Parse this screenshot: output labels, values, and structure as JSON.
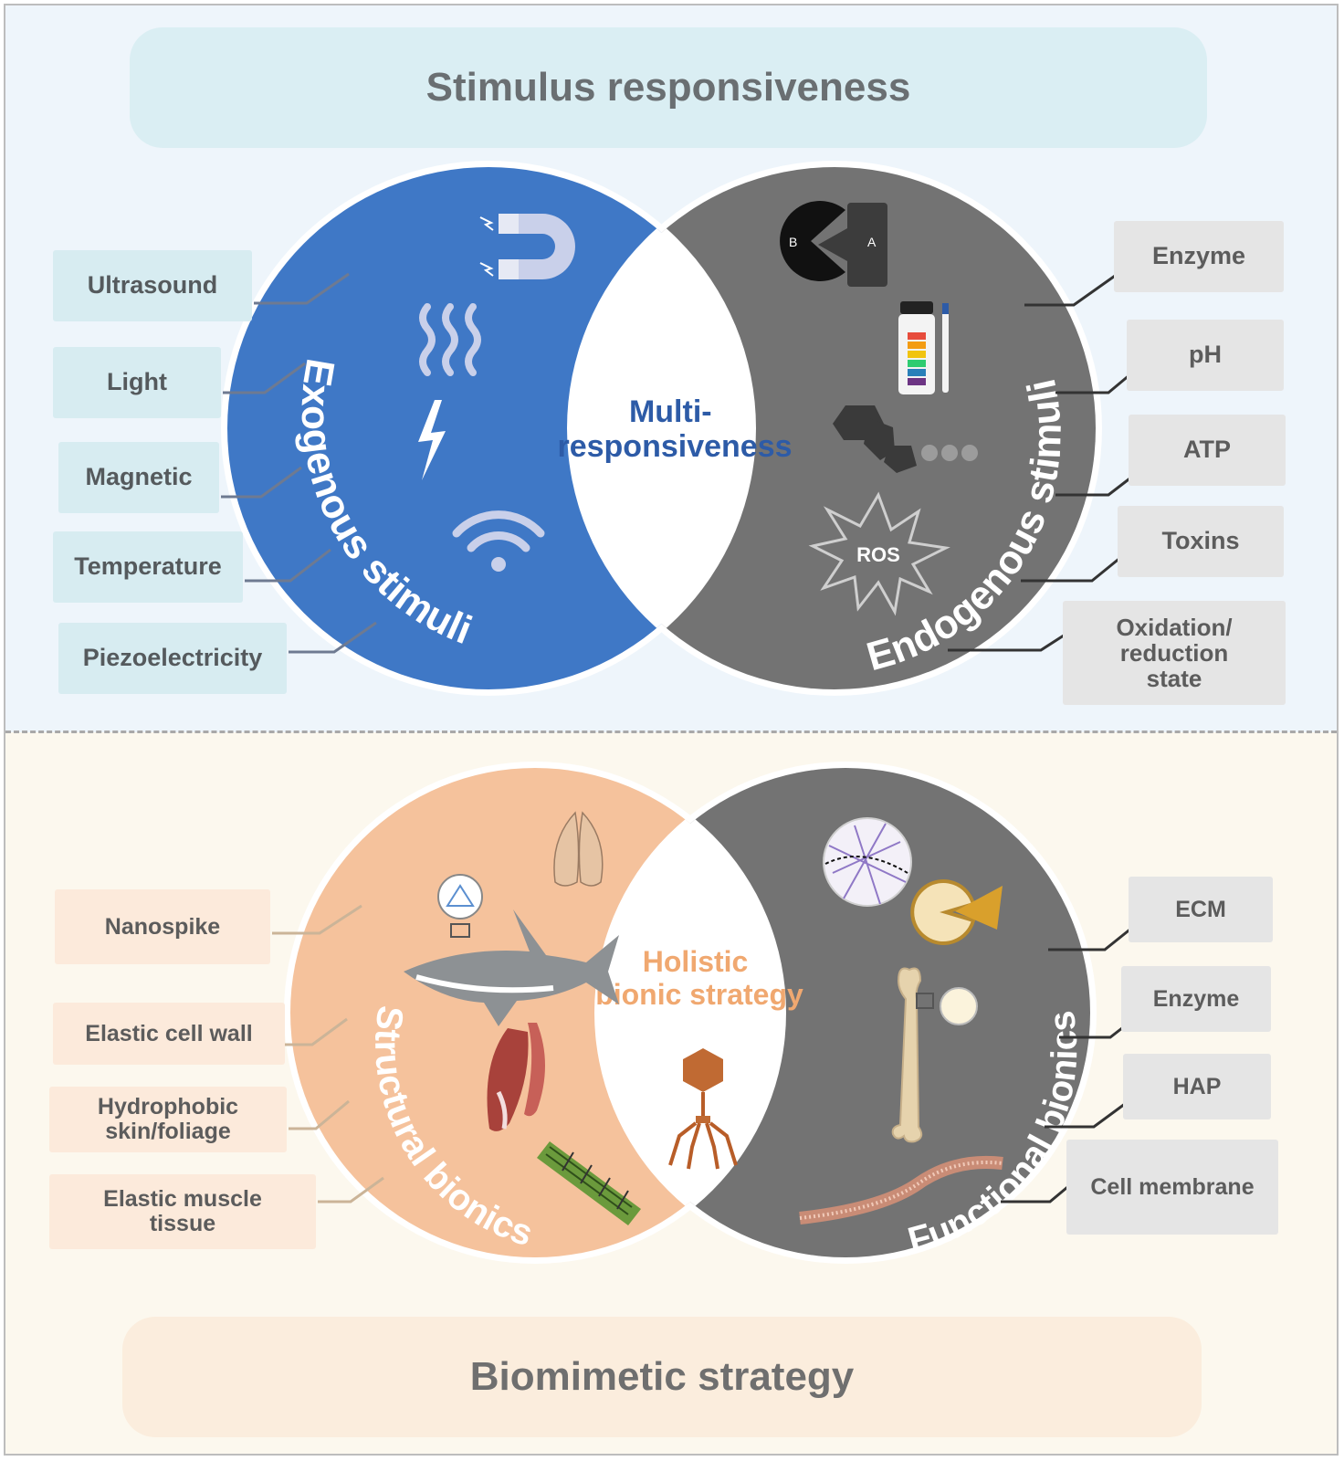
{
  "top": {
    "title": "Stimulus responsiveness",
    "center_label": "Multi-\nresponsiveness",
    "left_arc_label": "Exogenous stimuli",
    "right_arc_label": "Endogenous stimuli",
    "left_items": [
      "Ultrasound",
      "Light",
      "Magnetic",
      "Temperature",
      "Piezoelectricity"
    ],
    "right_items": [
      "Enzyme",
      "pH",
      "ATP",
      "Toxins",
      "Oxidation/\nreduction\nstate"
    ],
    "enzyme_label_b": "B",
    "enzyme_label_a": "A",
    "ros_label": "ROS"
  },
  "bottom": {
    "title": "Biomimetic strategy",
    "center_label": "Holistic\nbionic strategy",
    "left_arc_label": "Structural bionics",
    "right_arc_label": "Functional bionics",
    "left_items": [
      "Nanospike",
      "Elastic cell wall",
      "Hydrophobic\nskin/foliage",
      "Elastic muscle\ntissue"
    ],
    "right_items": [
      "ECM",
      "Enzyme",
      "HAP",
      "Cell membrane"
    ]
  },
  "colors": {
    "exogenous": "#3f78c6",
    "endogenous": "#737373",
    "structural": "#f5c29c",
    "functional": "#737373",
    "center_top_text": "#2d5ba7",
    "center_bottom_text": "#f0a870"
  },
  "icons": [
    "magnet-icon",
    "heat-waves-icon",
    "lightning-icon",
    "wifi-icon",
    "enzyme-pacman-icon",
    "ph-strip-icon",
    "atp-molecule-icon",
    "ros-burst-icon",
    "insect-wings-icon",
    "shark-icon",
    "muscle-icon",
    "plant-stem-icon",
    "bacteriophage-icon",
    "ecm-fiber-icon",
    "enzyme-cheese-icon",
    "bone-icon",
    "cell-membrane-icon"
  ]
}
